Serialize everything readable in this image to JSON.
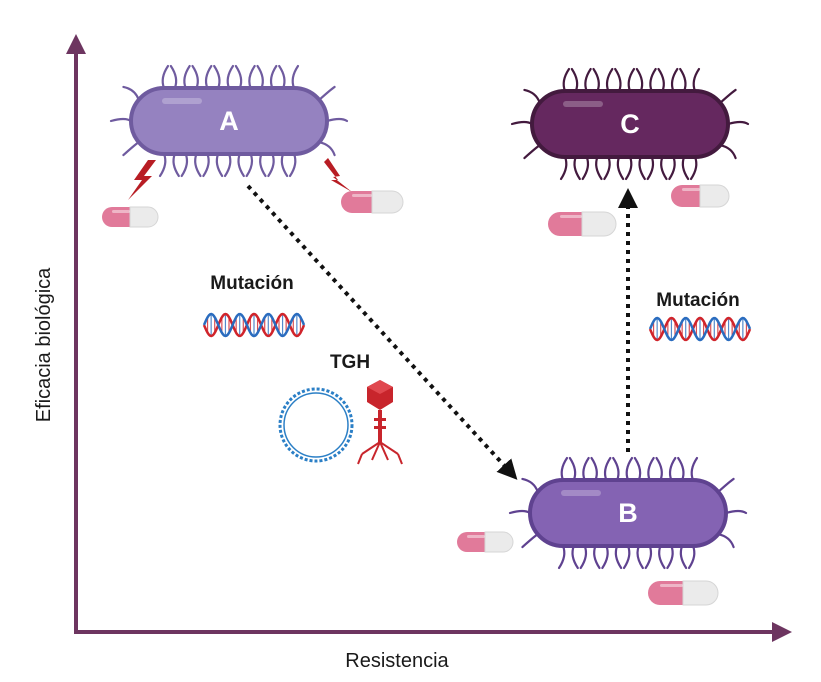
{
  "axes": {
    "x_label": "Resistencia",
    "y_label": "Eficacia biológica",
    "color": "#6d3560"
  },
  "bacteria": [
    {
      "id": "A",
      "label": "A",
      "color": "#9582c0",
      "dark": "#6f5b9f"
    },
    {
      "id": "B",
      "label": "B",
      "color": "#8463b3",
      "dark": "#5f4290"
    },
    {
      "id": "C",
      "label": "C",
      "color": "#65285f",
      "dark": "#431a3e"
    }
  ],
  "transitions": [
    {
      "from": "A",
      "to": "B",
      "mechanisms": [
        "Mutación",
        "TGH"
      ]
    },
    {
      "from": "B",
      "to": "C",
      "mechanisms": [
        "Mutación"
      ]
    }
  ],
  "labels": {
    "mutation_left": "Mutación",
    "tgh": "TGH",
    "mutation_right": "Mutación"
  },
  "icons": {
    "dna": "dna-helix-icon",
    "plasmid": "plasmid-icon",
    "phage": "bacteriophage-icon",
    "pill": "antibiotic-pill-icon",
    "bolt": "lightning-bolt-icon"
  },
  "colors": {
    "pill_pink": "#e17a9a",
    "pill_white": "#ebebeb",
    "bolt": "#b81d24",
    "dna_red": "#d0242b",
    "dna_blue": "#2a6cbf",
    "plasmid": "#2b7fc6",
    "phage": "#c8252c",
    "arrow": "#111111"
  }
}
